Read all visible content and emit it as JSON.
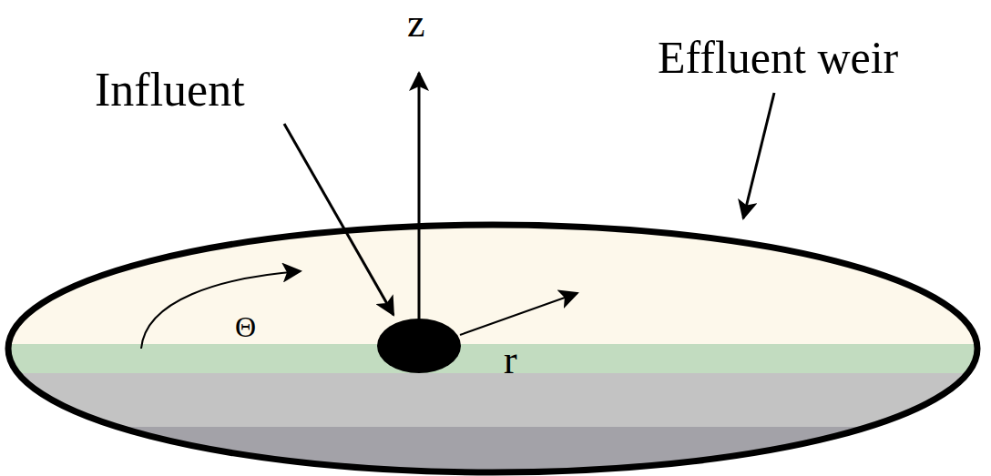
{
  "diagram": {
    "labels": [
      "z",
      "Influent",
      "Effluent weir",
      "Θ",
      "r"
    ]
  }
}
